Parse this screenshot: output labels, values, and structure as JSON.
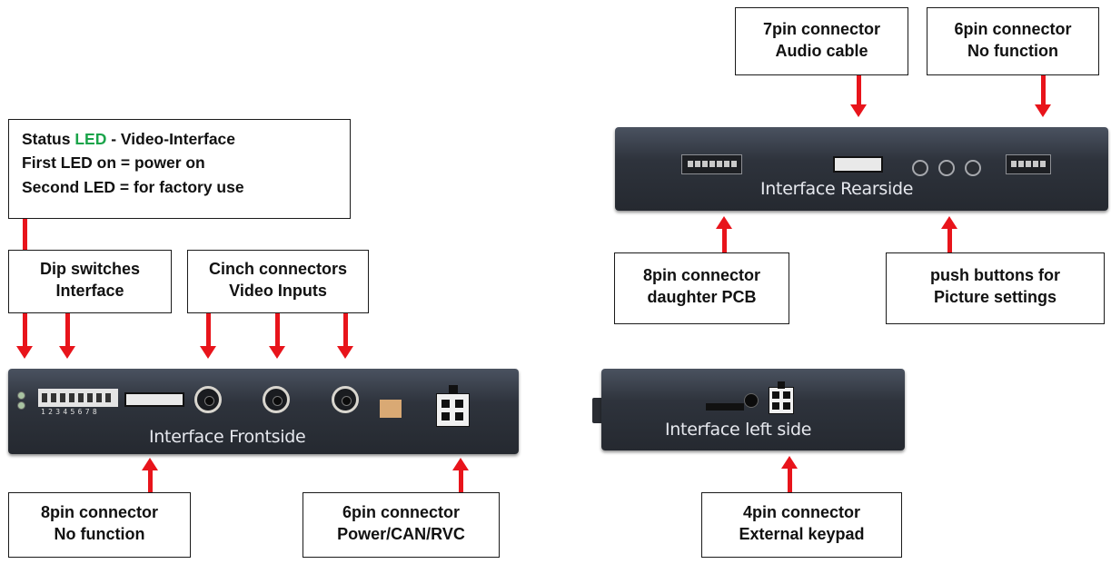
{
  "boxes": {
    "status_led": {
      "line1_pre": "Status ",
      "line1_green": "LED",
      "line1_post": " - Video-Interface",
      "line2": "First LED on = power on",
      "line3": "Second LED = for factory use"
    },
    "dip_switches": {
      "line1": "Dip switches",
      "line2": "Interface"
    },
    "cinch": {
      "line1": "Cinch connectors",
      "line2": "Video Inputs"
    },
    "front_8pin": {
      "line1": "8pin connector",
      "line2": "No function"
    },
    "front_6pin": {
      "line1": "6pin connector",
      "line2": "Power/CAN/RVC"
    },
    "rear_7pin": {
      "line1": "7pin connector",
      "line2": "Audio cable"
    },
    "rear_6pin": {
      "line1": "6pin connector",
      "line2": "No function"
    },
    "rear_8pin": {
      "line1": "8pin connector",
      "line2": "daughter PCB"
    },
    "push_buttons": {
      "line1": "push buttons for",
      "line2": "Picture settings"
    },
    "left_4pin": {
      "line1": "4pin connector",
      "line2": "External keypad"
    }
  },
  "devices": {
    "front": {
      "label": "Interface Frontside",
      "dip_numbers": "12345678"
    },
    "rear": {
      "label": "Interface Rearside"
    },
    "left": {
      "label": "Interface left side"
    }
  },
  "colors": {
    "arrow": "#e8141b",
    "led_highlight": "#1aa44a",
    "device_body": "#2e333c"
  }
}
